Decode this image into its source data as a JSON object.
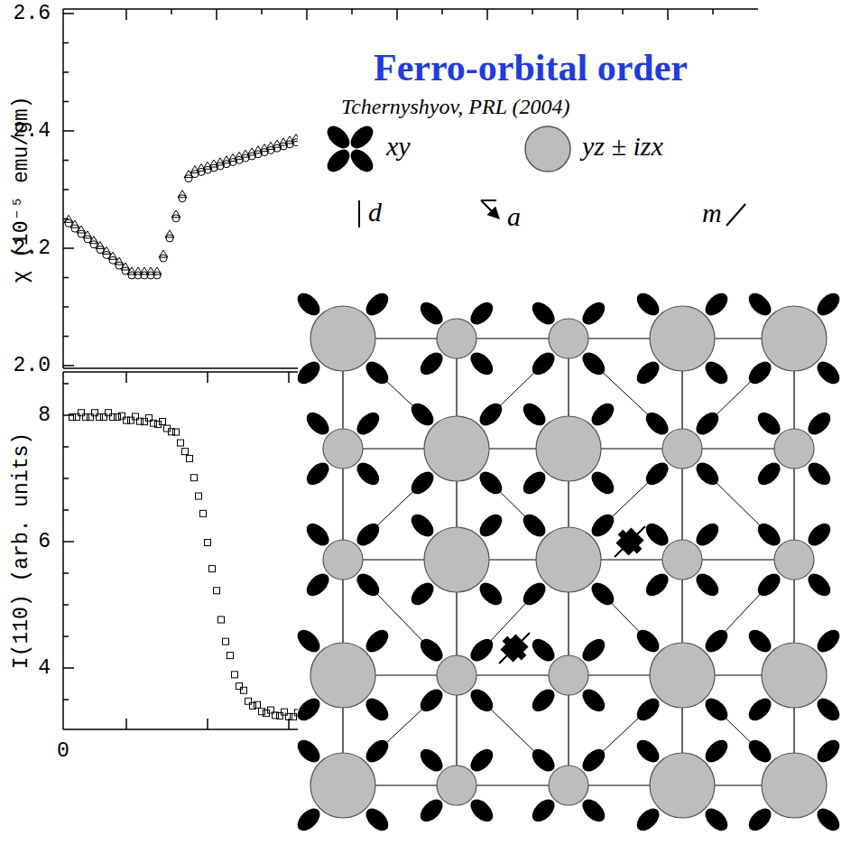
{
  "diagram": {
    "title": "Ferro-orbital order",
    "labels": [
      "2.6",
      "2.4",
      "2.2",
      "2.0",
      "χ (10⁻⁵ emu/gm)",
      "8",
      "6",
      "4",
      "I(110) (arb. units)",
      "0",
      "Tchernyshyov, PRL (2004)"
    ],
    "legend": [
      {
        "text": "xy"
      },
      {
        "text": "yz ± izx"
      },
      {
        "text": "d"
      },
      {
        "text": "a"
      },
      {
        "text": "m"
      }
    ]
  }
}
